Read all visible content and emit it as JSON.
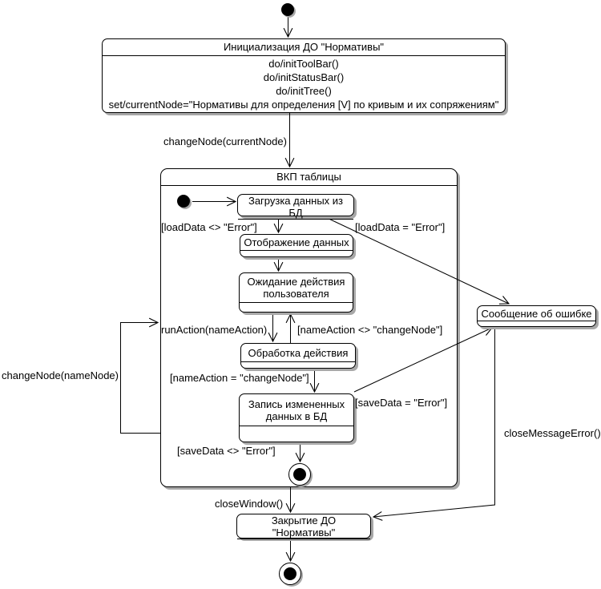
{
  "diagram_type": "uml-statechart",
  "colors": {
    "stroke": "#000000",
    "fill": "#ffffff",
    "shadow": "#a8a8a8",
    "background": "#ffffff"
  },
  "init_state": {
    "title": "Инициализация ДО \"Нормативы\"",
    "actions": [
      "do/initToolBar()",
      "do/initStatusBar()",
      "do/initTree()",
      "set/currentNode=\"Нормативы для определения [V] по кривым и их сопряжениям\""
    ]
  },
  "composite_state": {
    "title": "ВКП таблицы",
    "states": {
      "load": "Загрузка данных из БД",
      "display": "Отображение данных",
      "wait": "Ожидание действия пользователя",
      "process": "Обработка действия",
      "save": "Запись измененных данных в БД"
    }
  },
  "states": {
    "error": "Сообщение об ошибке",
    "close": "Закрытие ДО \"Нормативы\""
  },
  "transitions": {
    "change_node_current": "changeNode(currentNode)",
    "load_ok": "[loadData <> \"Error\"]",
    "load_err": "[loadData = \"Error\"]",
    "run_action": "runAction(nameAction)",
    "name_action_neq": "[nameAction <> \"changeNode\"]",
    "name_action_eq": "[nameAction = \"changeNode\"]",
    "save_err": "[saveData = \"Error\"]",
    "save_ok": "[saveData <> \"Error\"]",
    "change_node_name": "changeNode(nameNode)",
    "close_message_error": "closeMessageError()",
    "close_window": "closeWindow()"
  }
}
